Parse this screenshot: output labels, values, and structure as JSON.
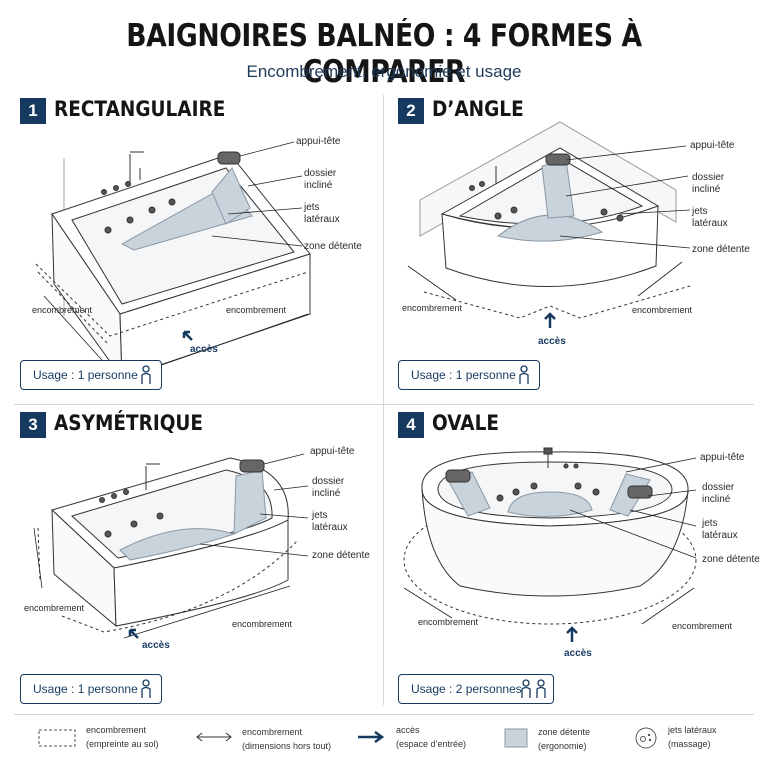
{
  "header": {
    "title": "BAIGNOIRES BALNÉO : 4 FORMES À COMPARER",
    "subtitle": "Encombrement, ergonomie et usage"
  },
  "panels": [
    {
      "number": "1",
      "title": "RECTANGULAIRE",
      "labels": {
        "headrest": "appui-tête",
        "backrest": "dossier\nincliné",
        "jets": "jets\nlatéraux",
        "rest_zone": "zone détente",
        "footprint_left": "encombrement",
        "footprint_right": "encombrement",
        "access": "accès"
      },
      "usage": "Usage : 1 personne",
      "persons": 1
    },
    {
      "number": "2",
      "title": "D’ANGLE",
      "labels": {
        "headrest": "appui-tête",
        "backrest": "dossier\nincliné",
        "jets": "jets\nlatéraux",
        "rest_zone": "zone détente",
        "footprint_left": "encombrement",
        "footprint_right": "encombrement",
        "access": "accès"
      },
      "usage": "Usage : 1 personne",
      "persons": 1
    },
    {
      "number": "3",
      "title": "ASYMÉTRIQUE",
      "labels": {
        "headrest": "appui-tête",
        "backrest": "dossier\nincliné",
        "jets": "jets\nlatéraux",
        "rest_zone": "zone détente",
        "footprint_left": "encombrement",
        "footprint_right": "encombrement",
        "access": "accès"
      },
      "usage": "Usage : 1 personne",
      "persons": 1
    },
    {
      "number": "4",
      "title": "OVALE",
      "labels": {
        "headrest": "appui-tête",
        "backrest": "dossier\nincliné",
        "jets": "jets\nlatéraux",
        "rest_zone": "zone détente",
        "footprint_left": "encombrement",
        "footprint_right": "encombrement",
        "access": "accès"
      },
      "usage": "Usage : 2 personnes",
      "persons": 2
    }
  ],
  "legend": [
    {
      "icon": "dashed-rectangle-icon",
      "title": "encombrement",
      "detail": "(empreinte au sol)"
    },
    {
      "icon": "double-arrow-icon",
      "title": "encombrement",
      "detail": "(dimensions hors tout)"
    },
    {
      "icon": "arrow-icon",
      "title": "accès",
      "detail": "(espace d’entrée)"
    },
    {
      "icon": "shaded-square-icon",
      "title": "zone détente",
      "detail": "(ergonomie)"
    },
    {
      "icon": "jets-icon",
      "title": "jets latéraux",
      "detail": "(massage)"
    }
  ],
  "colors": {
    "navy": "#163a5f",
    "zone": "#c9d3dc",
    "line": "#333333"
  }
}
